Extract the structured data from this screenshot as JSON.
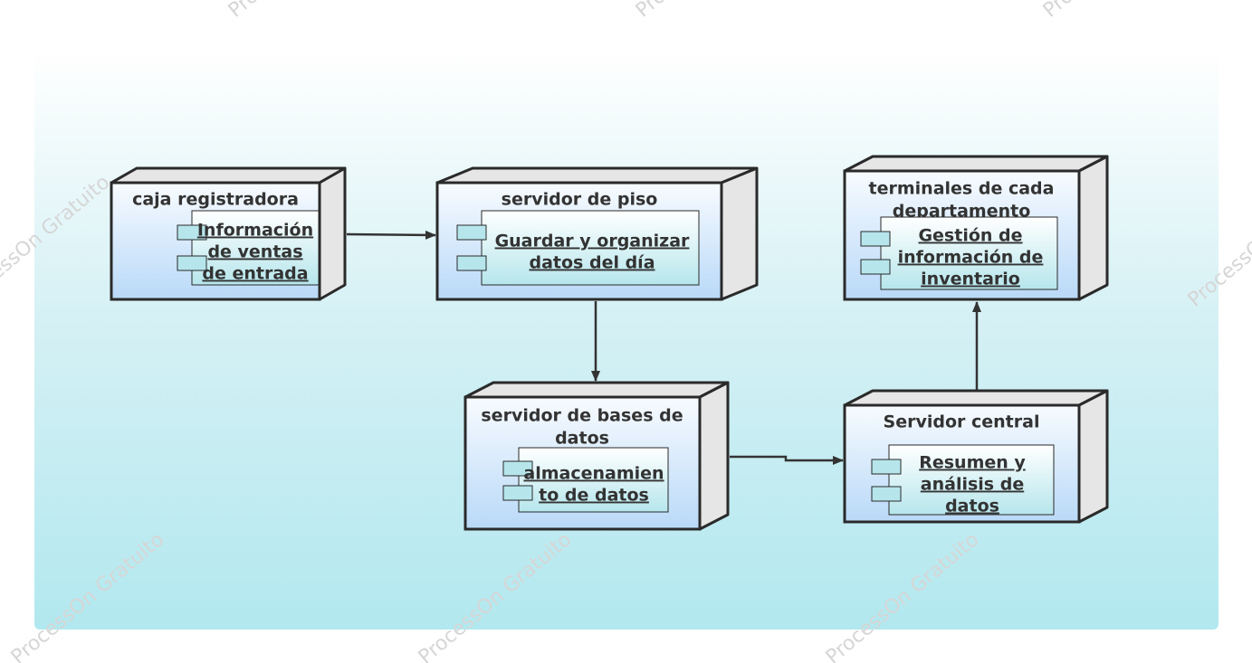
{
  "watermark": "ProcessOn Gratuito",
  "colors": {
    "stroke": "#2a2a2a",
    "node_top": "#f8fbff",
    "node_bottom": "#b9d9f8",
    "side": "#e6e6e6",
    "component_top": "#ffffff",
    "component_bottom": "#b6e6ec",
    "text": "#333333"
  },
  "nodes": [
    {
      "id": "caja",
      "title": [
        "caja registradora"
      ],
      "component": [
        "Información",
        "de ventas",
        "de entrada"
      ]
    },
    {
      "id": "piso",
      "title": [
        "servidor de piso"
      ],
      "component": [
        "Guardar y organizar",
        "datos del día"
      ]
    },
    {
      "id": "terminales",
      "title": [
        "terminales de cada",
        "departamento"
      ],
      "component": [
        "Gestión de",
        "información de",
        "inventario"
      ]
    },
    {
      "id": "bases",
      "title": [
        "servidor de bases de",
        "datos"
      ],
      "component": [
        "almacenamien",
        "to de datos"
      ]
    },
    {
      "id": "central",
      "title": [
        "Servidor central"
      ],
      "component": [
        "Resumen y",
        "análisis de",
        "datos"
      ]
    }
  ],
  "edges": [
    {
      "from": "caja",
      "to": "piso"
    },
    {
      "from": "piso",
      "to": "bases"
    },
    {
      "from": "bases",
      "to": "central"
    },
    {
      "from": "central",
      "to": "terminales"
    }
  ]
}
